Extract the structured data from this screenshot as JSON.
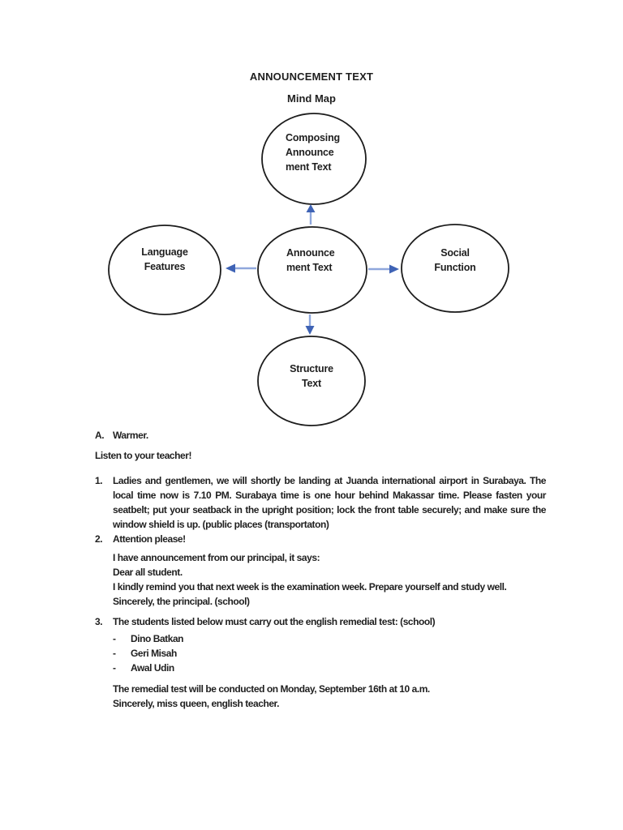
{
  "page": {
    "title": "ANNOUNCEMENT TEXT",
    "subtitle": "Mind Map"
  },
  "mindmap": {
    "nodes": {
      "composing": {
        "lines": [
          "Composing",
          "Announce",
          "ment Text"
        ]
      },
      "language": {
        "lines": [
          "Language",
          "Features"
        ]
      },
      "announcement": {
        "lines": [
          "Announce",
          "ment Text"
        ]
      },
      "social": {
        "lines": [
          "Social",
          "Function"
        ]
      },
      "structure": {
        "lines": [
          "Structure",
          "Text"
        ]
      }
    },
    "arrow_directions": [
      "up",
      "left",
      "right",
      "down"
    ]
  },
  "content": {
    "warmer": {
      "marker": "A.",
      "text": "Warmer."
    },
    "listen": "Listen to your teacher!",
    "items": [
      {
        "number": "1.",
        "text": "Ladies and gentlemen, we will shortly be landing at Juanda international airport in Surabaya. The local time now is 7.10 PM. Surabaya time is one hour behind Makassar time. Please fasten your seatbelt; put your seatback in the upright position; lock the front table securely; and make sure the window shield is up. (public places (transportaton)"
      },
      {
        "number": "2.",
        "text": "Attention please!",
        "block": [
          "I have announcement from our principal, it says:",
          "Dear all student.",
          "I kindly remind you that next week is the examination week. Prepare yourself and study well.",
          "Sincerely, the principal. (school)"
        ]
      },
      {
        "number": "3.",
        "text": "The students listed below must carry out the english remedial test: (school)",
        "dash": "-",
        "students": [
          "Dino Batkan",
          "Geri Misah",
          "Awal Udin"
        ],
        "closing": [
          "The remedial test will be conducted on Monday, September 16th at 10 a.m.",
          "Sincerely, miss queen, english teacher."
        ]
      }
    ]
  },
  "colors": {
    "arrow_shaft": "#8FA7DC",
    "arrow_head": "#3F63B5",
    "node_outline": "#1c1c1c",
    "text": "#1f1f1f",
    "background": "#ffffff"
  }
}
